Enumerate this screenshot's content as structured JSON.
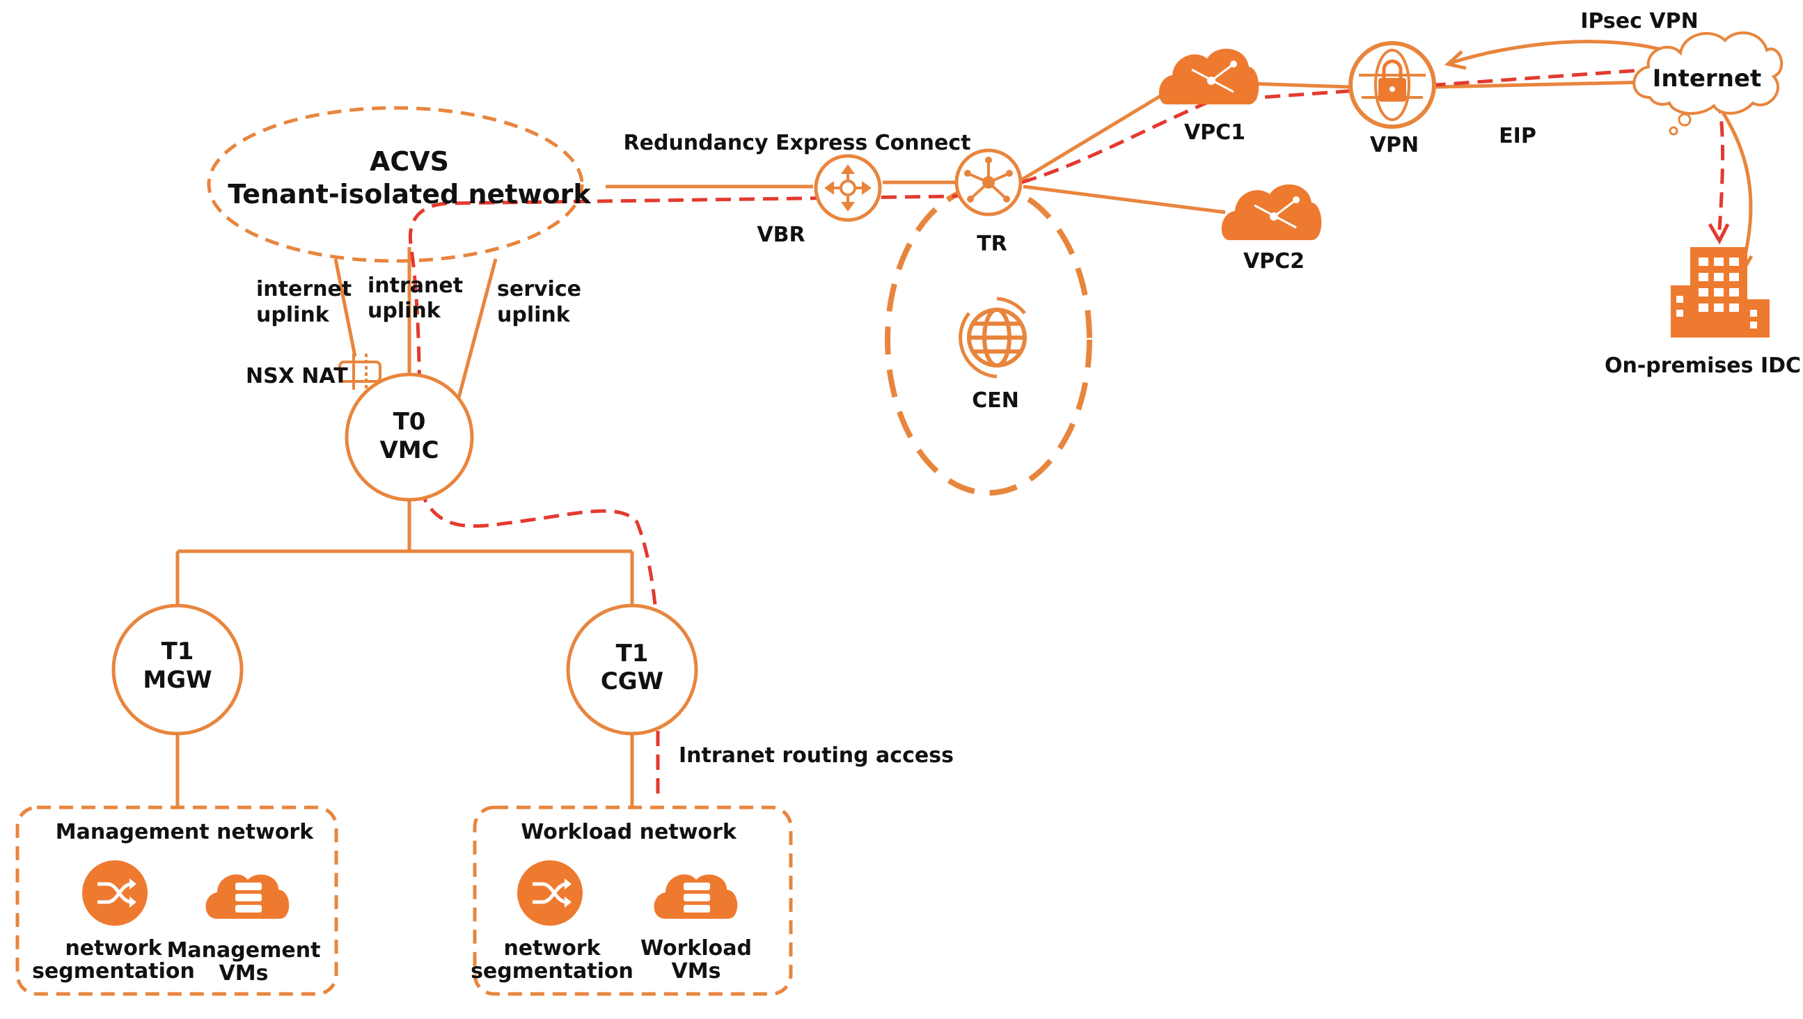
{
  "colors": {
    "accent": "#E8853D",
    "accent_fill": "#EE7A2F",
    "route": "#E33A2F",
    "text": "#111111"
  },
  "labels": {
    "acvs_title": "ACVS",
    "acvs_subtitle": "Tenant-isolated network",
    "internet_uplink_1": "internet",
    "internet_uplink_2": "uplink",
    "intranet_uplink_1": "intranet",
    "intranet_uplink_2": "uplink",
    "service_uplink_1": "service",
    "service_uplink_2": "uplink",
    "nsx_nat": "NSX NAT",
    "t0_1": "T0",
    "t0_2": "VMC",
    "t1_mgw_1": "T1",
    "t1_mgw_2": "MGW",
    "t1_cgw_1": "T1",
    "t1_cgw_2": "CGW",
    "redundancy_express_connect": "Redundancy Express Connect",
    "vbr": "VBR",
    "tr": "TR",
    "cen": "CEN",
    "vpc1": "VPC1",
    "vpc2": "VPC2",
    "vpn": "VPN",
    "eip": "EIP",
    "ipsec_vpn": "IPsec VPN",
    "internet": "Internet",
    "idc": "On-premises IDC",
    "intranet_routing_access": "Intranet routing access",
    "mgmt_network": "Management network",
    "mgmt_seg_1": "network",
    "mgmt_seg_2": "segmentation",
    "mgmt_vms_1": "Management",
    "mgmt_vms_2": "VMs",
    "workload_network": "Workload network",
    "wl_seg_1": "network",
    "wl_seg_2": "segmentation",
    "wl_vms_1": "Workload",
    "wl_vms_2": "VMs"
  }
}
